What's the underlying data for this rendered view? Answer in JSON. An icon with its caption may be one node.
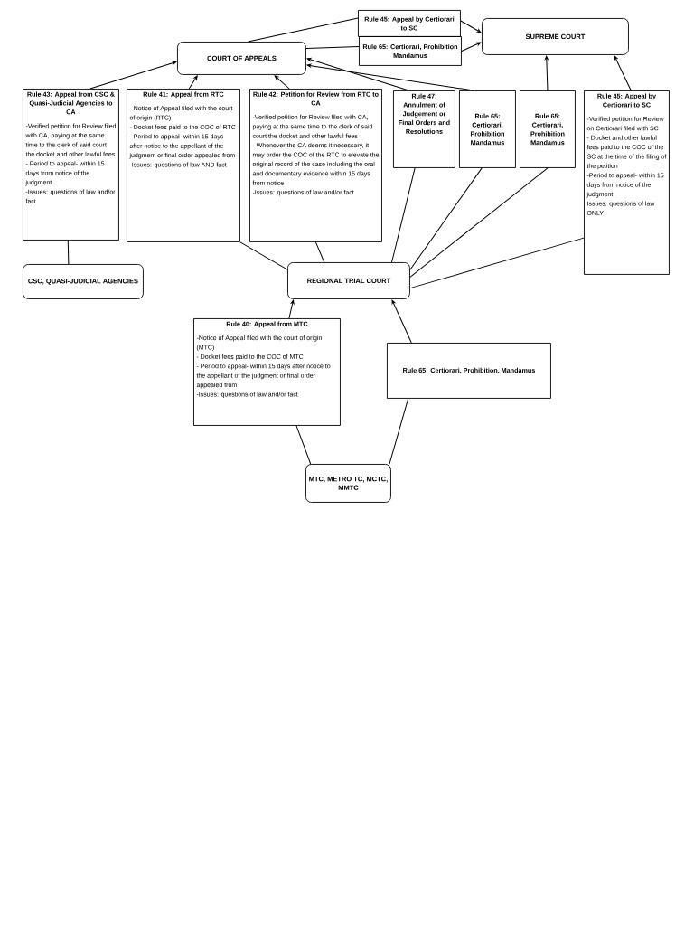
{
  "diagram": {
    "nodes": [
      {
        "text": [
          "SUPREME COURT"
        ]
      },
      {
        "text": [
          "COURT OF APPEALS"
        ]
      },
      {
        "text": [
          "Rule 45: Appeal by Certiorari to SC"
        ]
      },
      {
        "text": [
          "Rule 65: Certiorari, Prohibition Mandamus"
        ]
      },
      {
        "text": [
          "Rule 43: Appeal from CSC & Quasi-Judicial Agencies to CA",
          "-Verified petition for Review filed with CA, paying at the same time to the clerk of said court the docket and other lawful fees",
          "- Period to appeal- within 15 days from notice of the judgment",
          "-Issues: questions of law and/or fact"
        ]
      },
      {
        "text": [
          "Rule 41: Appeal from RTC",
          "- Notice of Appeal filed with the court of origin (RTC)",
          "- Docket fees paid to the COC of RTC",
          "- Period to appeal- within 15 days after notice to the appellant of the judgment or final order appealed from",
          "-Issues: questions of law AND fact"
        ]
      },
      {
        "text": [
          "Rule 42: Petition for Review from RTC to CA",
          "-Verified petition for Review filed with CA, paying at the same time to the clerk of said court the docket and other lawful fees",
          "- Whenever the CA deems it necessary, it may order the COC of the RTC to elevate the original record of the case including the oral and documentary evidence within 15 days from notice",
          "-Issues: questions of law and/or fact"
        ]
      },
      {
        "text": [
          "Rule 47: Annulment of Judgement or Final Orders and Resolutions"
        ]
      },
      {
        "text": [
          "Rule 65: Certiorari, Prohibition Mandamus"
        ]
      },
      {
        "text": [
          "Rule 65: Certiorari, Prohibition Mandamus"
        ]
      },
      {
        "text": [
          "Rule 45: Appeal by Certiorari to SC",
          "-Verified petition for Review on Certiorari filed with SC",
          "- Docket and other lawful fees paid to the COC of the SC at the time of the filing of the petition",
          "-Period to appeal- within 15 days from notice of the judgment",
          "Issues: questions of law ONLY"
        ]
      },
      {
        "text": [
          "CSC, QUASI-JUDICIAL AGENCIES"
        ]
      },
      {
        "text": [
          "REGIONAL TRIAL COURT"
        ]
      },
      {
        "text": [
          "Rule 40: Appeal from MTC",
          "-Notice of Appeal filed with the court of origin (MTC)",
          "- Docket fees paid to the COC of MTC",
          "- Period to appeal- within 15 days after notice to the appellant of the judgment or final order appealed from",
          "-Issues: questions of law and/or fact"
        ]
      },
      {
        "text": [
          "Rule 65: Certiorari, Prohibition, Mandamus"
        ]
      },
      {
        "text": [
          "MTC, METRO TC, MCTC, MMTC"
        ]
      }
    ],
    "edges": [
      {
        "from": 1,
        "to": 2,
        "arrow": "none"
      },
      {
        "from": 2,
        "to": 0,
        "arrow": "to"
      },
      {
        "from": 1,
        "to": 3,
        "arrow": "none"
      },
      {
        "from": 3,
        "to": 0,
        "arrow": "to"
      },
      {
        "from": 4,
        "to": 1,
        "arrow": "to"
      },
      {
        "from": 5,
        "to": 1,
        "arrow": "to"
      },
      {
        "from": 6,
        "to": 1,
        "arrow": "to"
      },
      {
        "from": 7,
        "to": 1,
        "arrow": "to"
      },
      {
        "from": 8,
        "to": 1,
        "arrow": "to"
      },
      {
        "from": 9,
        "to": 0,
        "arrow": "to"
      },
      {
        "from": 10,
        "to": 0,
        "arrow": "to"
      },
      {
        "from": 11,
        "to": 4,
        "arrow": "none"
      },
      {
        "from": 12,
        "to": 5,
        "arrow": "none"
      },
      {
        "from": 12,
        "to": 6,
        "arrow": "none"
      },
      {
        "from": 12,
        "to": 7,
        "arrow": "none"
      },
      {
        "from": 12,
        "to": 8,
        "arrow": "none"
      },
      {
        "from": 12,
        "to": 9,
        "arrow": "none"
      },
      {
        "from": 12,
        "to": 10,
        "arrow": "none"
      },
      {
        "from": 13,
        "to": 12,
        "arrow": "to"
      },
      {
        "from": 14,
        "to": 12,
        "arrow": "to"
      },
      {
        "from": 15,
        "to": 13,
        "arrow": "none"
      },
      {
        "from": 15,
        "to": 14,
        "arrow": "none"
      }
    ]
  }
}
